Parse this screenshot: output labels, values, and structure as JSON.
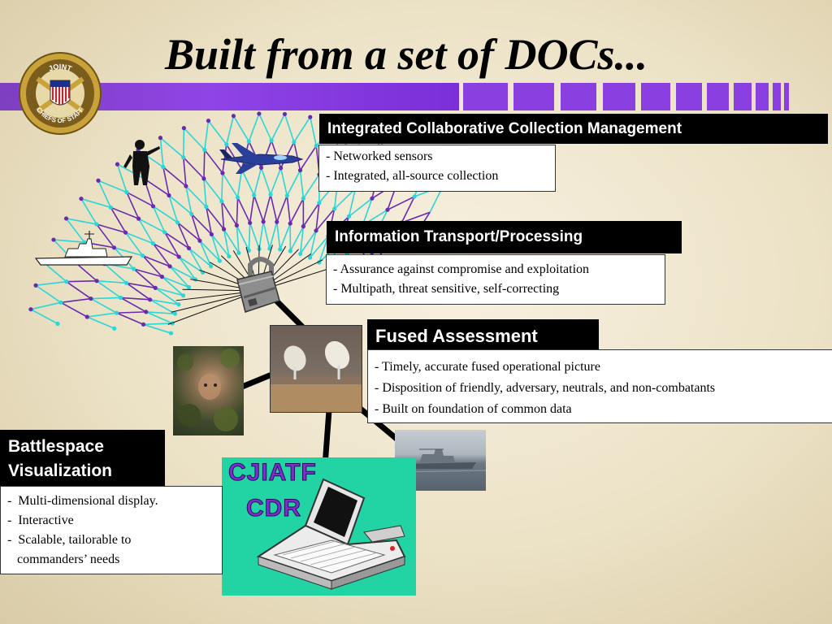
{
  "slide": {
    "title": "Built from a set of DOCs..."
  },
  "seal": {
    "top_text": "JOINT",
    "bottom_text": "CHIEFS OF STAFF"
  },
  "sections": {
    "collection": {
      "heading": "Integrated Collaborative Collection Management",
      "bullets": [
        "-  Networked sensors",
        "-  Integrated, all-source collection"
      ]
    },
    "transport": {
      "heading": "Information Transport/Processing",
      "bullets": [
        "- Assurance against compromise and exploitation",
        "-  Multipath, threat sensitive, self-correcting"
      ]
    },
    "fused": {
      "heading": "Fused Assessment",
      "bullets": [
        "- Timely, accurate fused operational picture",
        "- Disposition of friendly, adversary, neutrals, and non-combatants",
        "- Built on foundation of common data"
      ]
    },
    "battlespace": {
      "heading_line1": "Battlespace",
      "heading_line2": "Visualization",
      "bullets": [
        "-  Multi-dimensional display.",
        "-  Interactive",
        "-  Scalable, tailorable to",
        "   commanders’ needs"
      ]
    }
  },
  "cdr": {
    "line1": "CJIATF",
    "line2": "CDR"
  },
  "colors": {
    "purple": "#8a3fe0",
    "panel_green": "#22d3a4",
    "mesh_cyan": "#2ad6d6",
    "mesh_purple": "#6a2ab0"
  }
}
